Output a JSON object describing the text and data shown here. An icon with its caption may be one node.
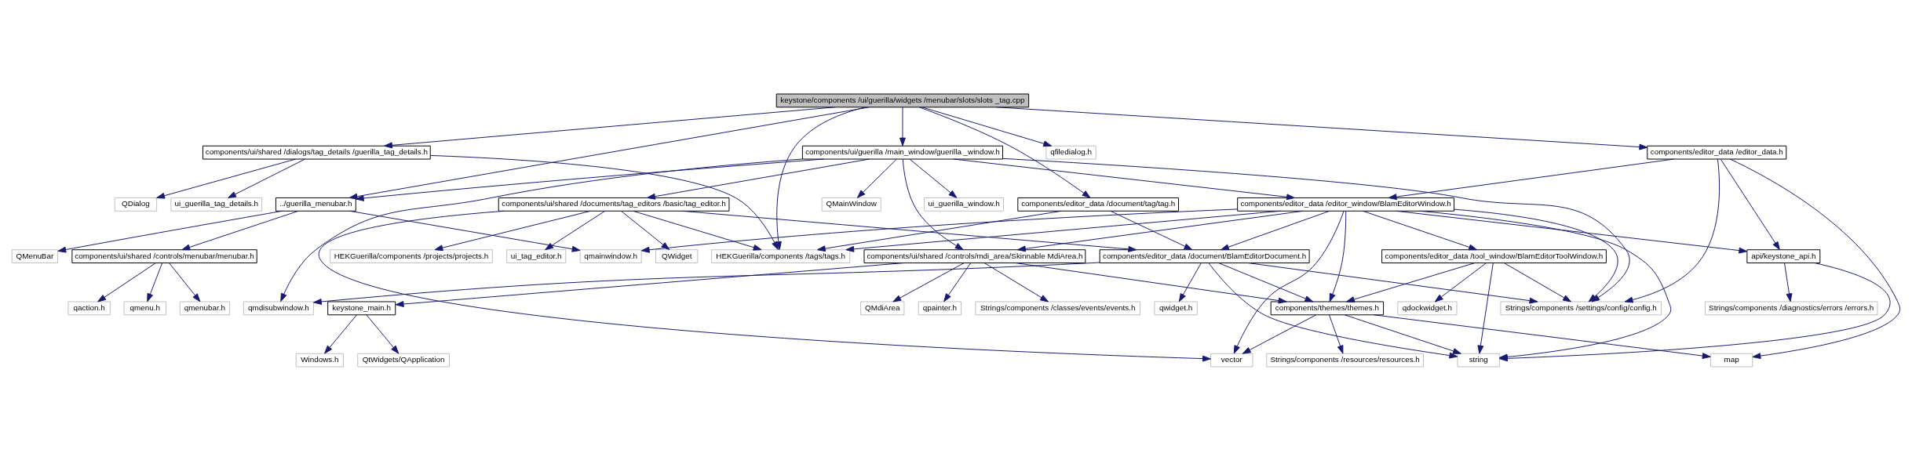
{
  "diagram": {
    "nodes": [
      {
        "text": [
          "keystone/components /ui/guerilla/widgets /menubar/slots/slots _tag.cpp"
        ]
      },
      {
        "text": [
          "../guerilla_menubar.h"
        ]
      },
      {
        "text": [
          "components/ui/shared /dialogs/tag_details /guerilla_tag_details.h"
        ]
      },
      {
        "text": [
          "components/editor_data /document/tag/tag.h"
        ]
      },
      {
        "text": [
          "components/ui/guerilla /main_window/guerilla _window.h"
        ]
      },
      {
        "text": [
          "components/editor_data /editor_data.h"
        ]
      },
      {
        "text": [
          "qfiledialog.h"
        ]
      },
      {
        "text": [
          "HEKGuerilla/components /tags/tags.h"
        ]
      },
      {
        "text": [
          "QDialog"
        ]
      },
      {
        "text": [
          "ui_guerilla_tag_details.h"
        ]
      },
      {
        "text": [
          "QMainWindow"
        ]
      },
      {
        "text": [
          "components/ui/shared /documents/tag_editors /basic/tag_editor.h"
        ]
      },
      {
        "text": [
          "ui_guerilla_window.h"
        ]
      },
      {
        "text": [
          "components/editor_data /editor_window/BlamEditorWindow.h"
        ]
      },
      {
        "text": [
          "QMenuBar"
        ]
      },
      {
        "text": [
          "components/ui/shared /controls/menubar/menubar.h"
        ]
      },
      {
        "text": [
          "qmainwindow.h"
        ]
      },
      {
        "text": [
          "components/ui/shared /controls/mdi_area/Skinnable MdiArea.h"
        ]
      },
      {
        "text": [
          "HEKGuerilla/components /projects/projects.h"
        ]
      },
      {
        "text": [
          "components/editor_data /document/BlamEditorDocument.h"
        ]
      },
      {
        "text": [
          "ui_tag_editor.h"
        ]
      },
      {
        "text": [
          "QWidget"
        ]
      },
      {
        "text": [
          "components/editor_data /tool_window/BlamEditorToolWindow.h"
        ]
      },
      {
        "text": [
          "api/keystone_api.h"
        ]
      },
      {
        "text": [
          "qmenu.h"
        ]
      },
      {
        "text": [
          "qmenubar.h"
        ]
      },
      {
        "text": [
          "qaction.h"
        ]
      },
      {
        "text": [
          "QMdiArea"
        ]
      },
      {
        "text": [
          "qpainter.h"
        ]
      },
      {
        "text": [
          "Strings/components /classes/events/events.h"
        ]
      },
      {
        "text": [
          "keystone_main.h"
        ]
      },
      {
        "text": [
          "qmdisubwindow.h"
        ]
      },
      {
        "text": [
          "qwidget.h"
        ]
      },
      {
        "text": [
          "components/themes/themes.h"
        ]
      },
      {
        "text": [
          "qdockwidget.h"
        ]
      },
      {
        "text": [
          "Strings/components /settings/config/config.h"
        ]
      },
      {
        "text": [
          "Strings/components /diagnostics/errors /errors.h"
        ]
      },
      {
        "text": [
          "Windows.h"
        ]
      },
      {
        "text": [
          "QtWidgets/QApplication"
        ]
      },
      {
        "text": [
          "vector"
        ]
      },
      {
        "text": [
          "Strings/components /resources/resources.h"
        ]
      },
      {
        "text": [
          "string"
        ]
      },
      {
        "text": [
          "map"
        ]
      }
    ],
    "edges": [
      {
        "from": 0,
        "to": 1,
        "arrow": "to"
      },
      {
        "from": 0,
        "to": 7,
        "arrow": "to"
      },
      {
        "from": 0,
        "to": 2,
        "arrow": "to"
      },
      {
        "from": 0,
        "to": 3,
        "arrow": "to"
      },
      {
        "from": 0,
        "to": 4,
        "arrow": "to"
      },
      {
        "from": 0,
        "to": 5,
        "arrow": "to"
      },
      {
        "from": 0,
        "to": 6,
        "arrow": "to"
      },
      {
        "from": 2,
        "to": 7,
        "arrow": "to"
      },
      {
        "from": 2,
        "to": 8,
        "arrow": "to"
      },
      {
        "from": 2,
        "to": 9,
        "arrow": "to"
      },
      {
        "from": 1,
        "to": 14,
        "arrow": "to"
      },
      {
        "from": 1,
        "to": 15,
        "arrow": "to"
      },
      {
        "from": 1,
        "to": 16,
        "arrow": "to"
      },
      {
        "from": 15,
        "to": 24,
        "arrow": "to"
      },
      {
        "from": 15,
        "to": 25,
        "arrow": "to"
      },
      {
        "from": 15,
        "to": 26,
        "arrow": "to"
      },
      {
        "from": 3,
        "to": 7,
        "arrow": "to"
      },
      {
        "from": 3,
        "to": 19,
        "arrow": "to"
      },
      {
        "from": 4,
        "to": 1,
        "arrow": "to"
      },
      {
        "from": 4,
        "to": 17,
        "arrow": "to"
      },
      {
        "from": 4,
        "to": 31,
        "arrow": "to"
      },
      {
        "from": 4,
        "to": 10,
        "arrow": "to"
      },
      {
        "from": 4,
        "to": 11,
        "arrow": "to"
      },
      {
        "from": 4,
        "to": 12,
        "arrow": "to"
      },
      {
        "from": 4,
        "to": 13,
        "arrow": "to"
      },
      {
        "from": 4,
        "to": 35,
        "arrow": "to"
      },
      {
        "from": 5,
        "to": 13,
        "arrow": "to"
      },
      {
        "from": 5,
        "to": 35,
        "arrow": "to"
      },
      {
        "from": 5,
        "to": 23,
        "arrow": "to"
      },
      {
        "from": 5,
        "to": 42,
        "arrow": "to"
      },
      {
        "from": 11,
        "to": 7,
        "arrow": "to"
      },
      {
        "from": 11,
        "to": 18,
        "arrow": "to"
      },
      {
        "from": 11,
        "to": 19,
        "arrow": "to"
      },
      {
        "from": 11,
        "to": 20,
        "arrow": "to"
      },
      {
        "from": 11,
        "to": 21,
        "arrow": "to"
      },
      {
        "from": 11,
        "to": 39,
        "arrow": "to"
      },
      {
        "from": 13,
        "to": 16,
        "arrow": "to"
      },
      {
        "from": 13,
        "to": 7,
        "arrow": "to"
      },
      {
        "from": 13,
        "to": 17,
        "arrow": "to"
      },
      {
        "from": 13,
        "to": 19,
        "arrow": "to"
      },
      {
        "from": 13,
        "to": 22,
        "arrow": "to"
      },
      {
        "from": 13,
        "to": 23,
        "arrow": "to"
      },
      {
        "from": 13,
        "to": 33,
        "arrow": "to"
      },
      {
        "from": 13,
        "to": 35,
        "arrow": "to"
      },
      {
        "from": 13,
        "to": 39,
        "arrow": "to"
      },
      {
        "from": 13,
        "to": 41,
        "arrow": "to"
      },
      {
        "from": 17,
        "to": 27,
        "arrow": "to"
      },
      {
        "from": 17,
        "to": 28,
        "arrow": "to"
      },
      {
        "from": 17,
        "to": 29,
        "arrow": "to"
      },
      {
        "from": 17,
        "to": 30,
        "arrow": "to"
      },
      {
        "from": 17,
        "to": 33,
        "arrow": "to"
      },
      {
        "from": 30,
        "to": 37,
        "arrow": "to"
      },
      {
        "from": 30,
        "to": 38,
        "arrow": "to"
      },
      {
        "from": 19,
        "to": 31,
        "arrow": "to"
      },
      {
        "from": 19,
        "to": 32,
        "arrow": "to"
      },
      {
        "from": 19,
        "to": 33,
        "arrow": "to"
      },
      {
        "from": 19,
        "to": 35,
        "arrow": "to"
      },
      {
        "from": 19,
        "to": 41,
        "arrow": "to"
      },
      {
        "from": 22,
        "to": 33,
        "arrow": "to"
      },
      {
        "from": 22,
        "to": 34,
        "arrow": "to"
      },
      {
        "from": 22,
        "to": 35,
        "arrow": "to"
      },
      {
        "from": 22,
        "to": 41,
        "arrow": "to"
      },
      {
        "from": 33,
        "to": 39,
        "arrow": "to"
      },
      {
        "from": 33,
        "to": 40,
        "arrow": "to"
      },
      {
        "from": 33,
        "to": 41,
        "arrow": "to"
      },
      {
        "from": 33,
        "to": 42,
        "arrow": "to"
      },
      {
        "from": 23,
        "to": 41,
        "arrow": "to"
      },
      {
        "from": 23,
        "to": 36,
        "arrow": "to"
      }
    ]
  }
}
